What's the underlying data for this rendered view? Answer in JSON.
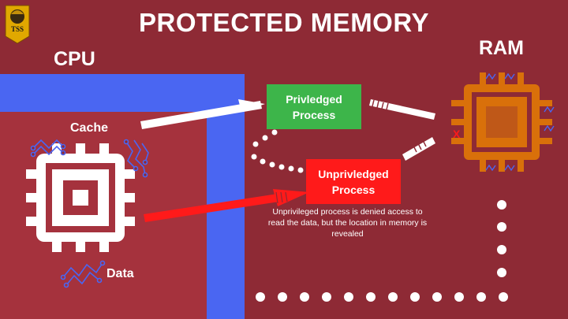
{
  "title": "PROTECTED MEMORY",
  "logo": {
    "text": "TSS"
  },
  "cpu": {
    "label": "CPU",
    "cache_label": "Cache",
    "data_label": "Data"
  },
  "ram": {
    "label": "RAM",
    "marker": "X"
  },
  "processes": {
    "privileged": {
      "label": "Privledged Process",
      "color": "#3db54a"
    },
    "unprivileged": {
      "label": "Unprivledged Process",
      "color": "#ff1a1a"
    }
  },
  "note": "Unprivileged process is denied access to read the data, but the location in memory is revealed",
  "colors": {
    "background": "#8e2a35",
    "cpu_region": "#a5323d",
    "cpu_border": "#4a66f2",
    "ram_chip": "#d9700a",
    "circuit": "#4a66f2"
  }
}
